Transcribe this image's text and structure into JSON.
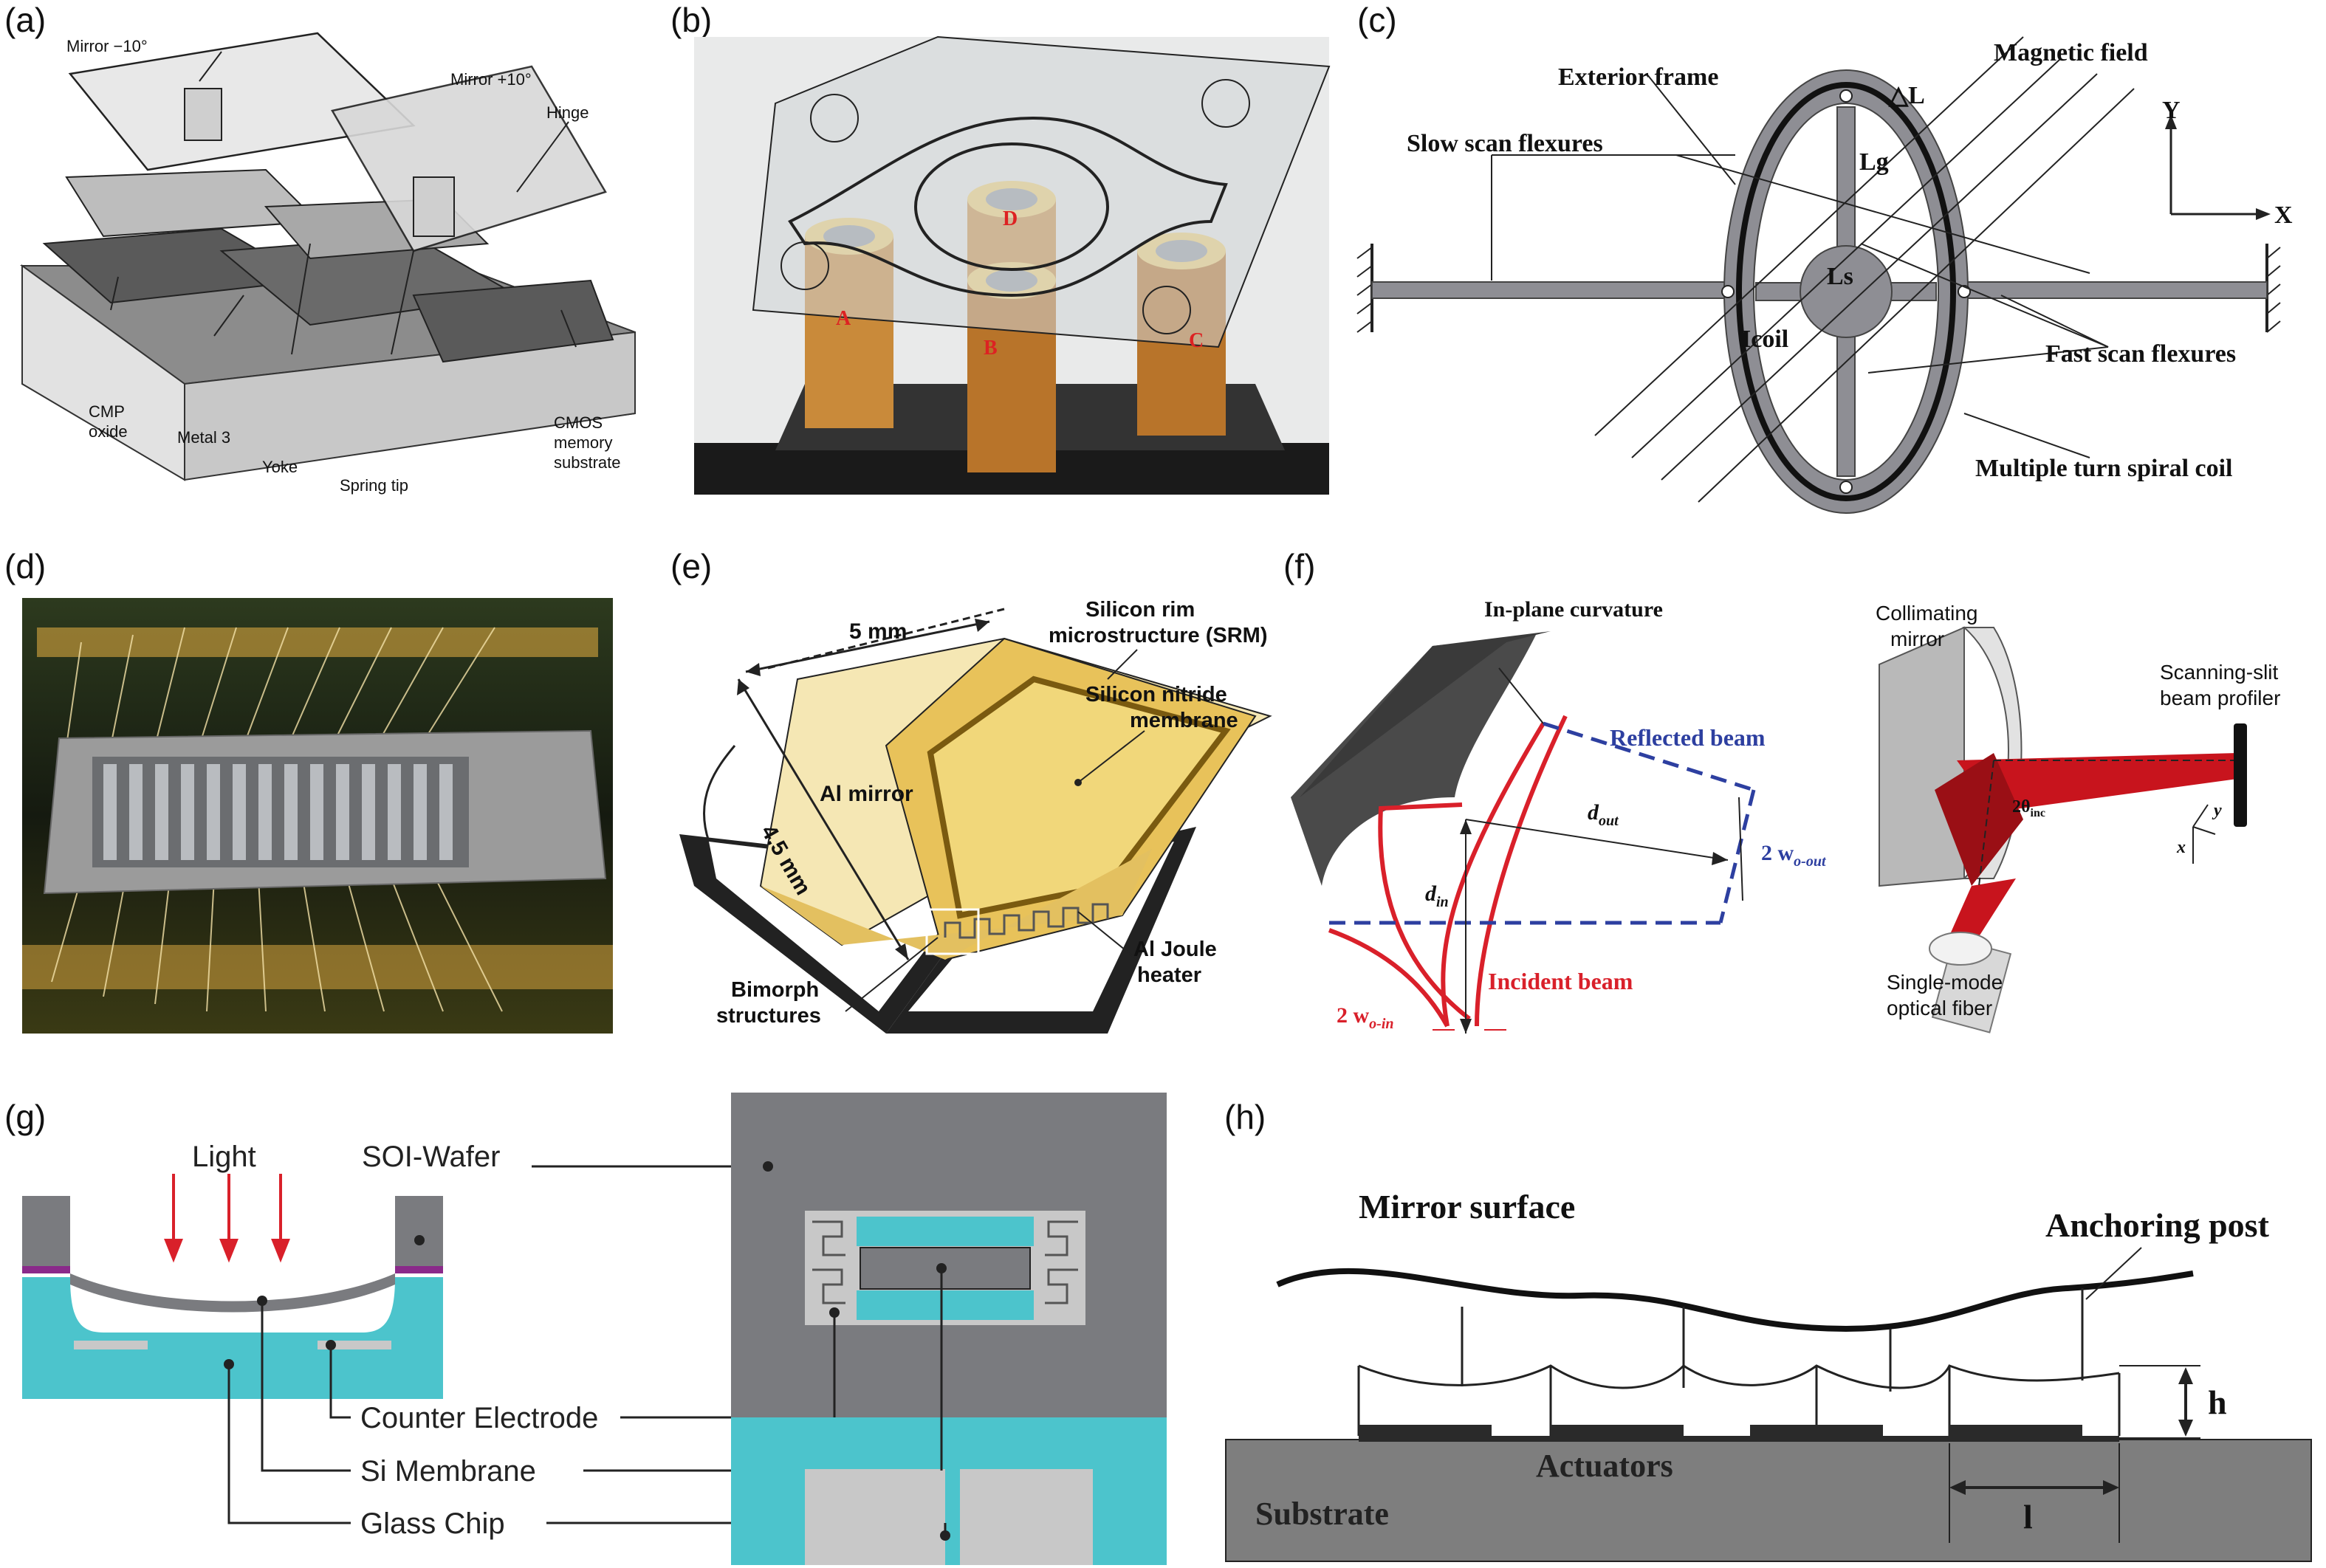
{
  "panels": {
    "a": {
      "label": "(a)",
      "annotations": {
        "mirror_minus": "Mirror −10°",
        "mirror_plus": "Mirror +10°",
        "hinge": "Hinge",
        "cmp_oxide_1": "CMP",
        "cmp_oxide_2": "oxide",
        "metal3": "Metal 3",
        "yoke": "Yoke",
        "spring_tip": "Spring tip",
        "cmos_1": "CMOS",
        "cmos_2": "memory",
        "cmos_3": "substrate"
      }
    },
    "b": {
      "label": "(b)",
      "coils": {
        "a": "A",
        "b": "B",
        "c": "C",
        "d": "D"
      }
    },
    "c": {
      "label": "(c)",
      "annotations": {
        "exterior_frame": "Exterior frame",
        "magnetic_field": "Magnetic field",
        "delta_l": "△L",
        "lg": "Lg",
        "slow_scan": "Slow scan flexures",
        "icoil": "Icoil",
        "ls": "Ls",
        "fast_scan": "Fast scan flexures",
        "spiral_coil": "Multiple turn spiral coil",
        "axis_y": "Y",
        "axis_x": "X"
      }
    },
    "d": {
      "label": "(d)"
    },
    "e": {
      "label": "(e)",
      "annotations": {
        "width": "5 mm",
        "height": "4.5 mm",
        "srm_1": "Silicon rim",
        "srm_2": "microstructure (SRM)",
        "membrane_1": "Silicon nitride",
        "membrane_2": "membrane",
        "mirror": "Al mirror",
        "heater_1": "Al Joule",
        "heater_2": "heater",
        "bimorph_1": "Bimorph",
        "bimorph_2": "structures"
      }
    },
    "f": {
      "label": "(f)",
      "annotations": {
        "curvature": "In-plane  curvature",
        "reflected": "Reflected beam",
        "d_out": "d",
        "d_out_sub": "out",
        "w_out": "2 w",
        "w_out_sub": "o-out",
        "d_in": "d",
        "d_in_sub": "in",
        "incident": "Incident beam",
        "w_in": "2 w",
        "w_in_sub": "o-in",
        "collimating_1": "Collimating",
        "collimating_2": "mirror",
        "profiler_1": "Scanning-slit",
        "profiler_2": "beam profiler",
        "theta": "2θ",
        "theta_sub": "inc",
        "axis_y": "y",
        "axis_x": "x",
        "fiber_1": "Single-mode",
        "fiber_2": "optical fiber"
      }
    },
    "g": {
      "label": "(g)",
      "annotations": {
        "light": "Light",
        "soi": "SOI-Wafer",
        "counter": "Counter Electrode",
        "si_membrane": "Si Membrane",
        "glass": "Glass Chip"
      }
    },
    "h": {
      "label": "(h)",
      "annotations": {
        "mirror_surface": "Mirror surface",
        "anchoring": "Anchoring  post",
        "h": "h",
        "actuators": "Actuators",
        "l": "l",
        "substrate": "Substrate"
      }
    }
  },
  "colors": {
    "gray": "#7a7b7f",
    "cyan": "#4cc4cc",
    "red": "#d9202a",
    "blue": "#2d3fa0",
    "gold": "#e8c25a",
    "dark": "#4a4a4a"
  }
}
